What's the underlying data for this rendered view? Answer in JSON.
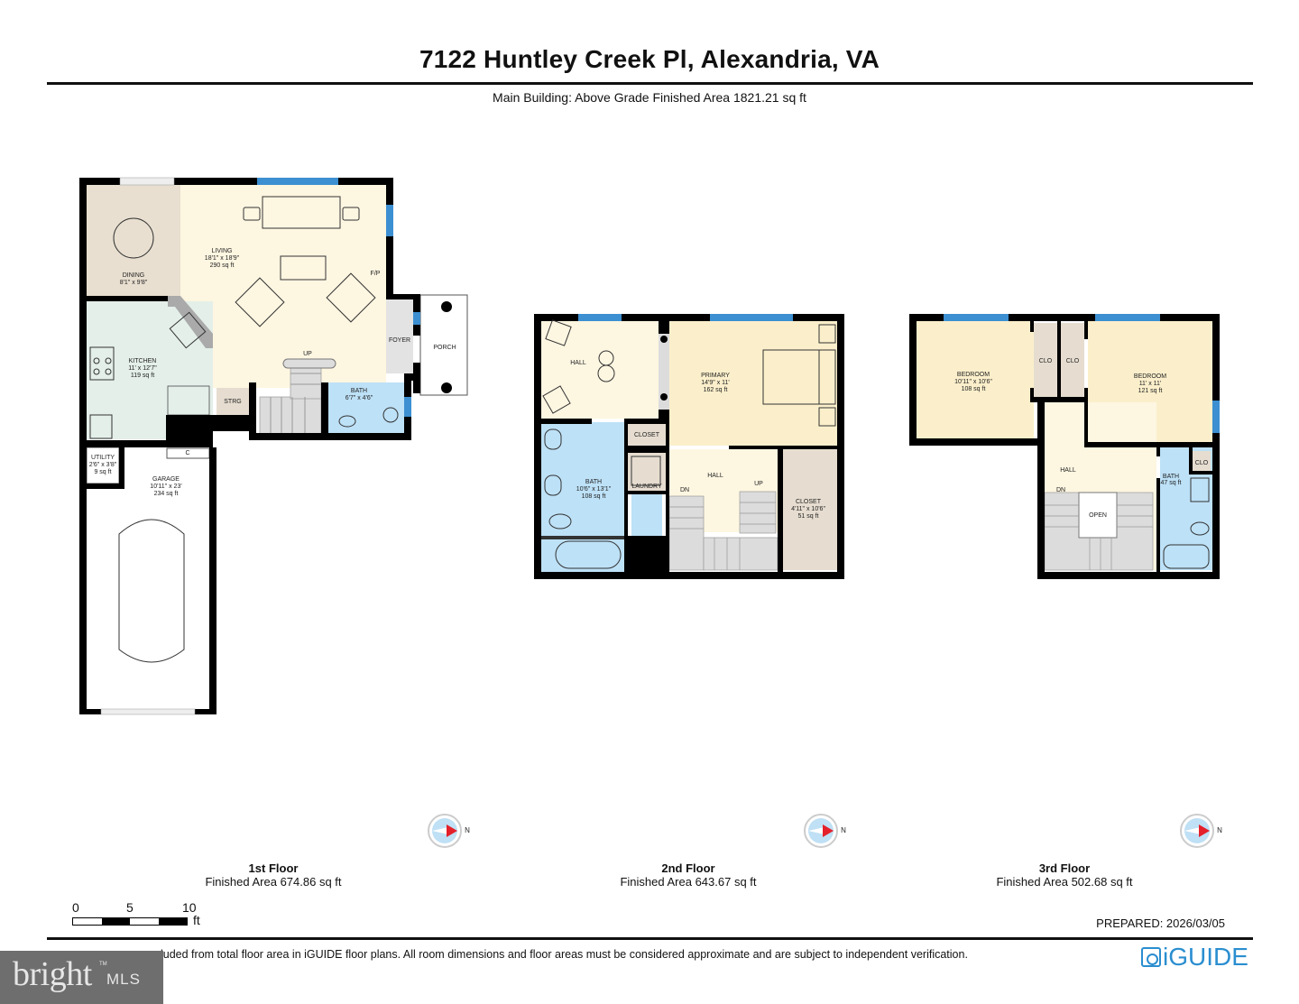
{
  "header": {
    "title": "7122 Huntley Creek Pl, Alexandria, VA",
    "subtitle": "Main Building: Above Grade Finished Area 1821.21 sq ft"
  },
  "colors": {
    "wall": "#000000",
    "window": "#3c8fd1",
    "living": "#fdf6e1",
    "dining": "#e8dfd0",
    "kitchen": "#e4efe9",
    "bath": "#bde1f7",
    "bedroom": "#fbefcb",
    "closet": "#e6ddd0",
    "stairs": "#dcdcdc",
    "foyer": "#e3e3e3",
    "compass_red": "#e4202a",
    "compass_blue": "#bfe0f5",
    "iguide_blue": "#2a8ed0",
    "bright_bg": "#6e6e6e"
  },
  "floors": [
    {
      "name": "1st Floor",
      "area": "Finished Area 674.86 sq ft",
      "compass_label": "N",
      "rooms": {
        "dining": {
          "name": "DINING",
          "dims": "8'1\" x 9'8\""
        },
        "living": {
          "name": "LIVING",
          "dims": "18'1\" x 18'9\"",
          "area": "290 sq ft"
        },
        "fireplace": {
          "name": "F/P"
        },
        "kitchen": {
          "name": "KITCHEN",
          "dims": "11' x 12'7\"",
          "area": "119 sq ft"
        },
        "foyer": {
          "name": "FOYER"
        },
        "porch": {
          "name": "PORCH"
        },
        "stairs": {
          "name": "UP"
        },
        "storage": {
          "name": "STRG"
        },
        "bath": {
          "name": "BATH",
          "dims": "6'7\" x 4'6\""
        },
        "utility": {
          "name": "UTILITY",
          "dims": "2'6\" x 3'8\"",
          "area": "9 sq ft"
        },
        "closet": {
          "name": "C"
        },
        "garage": {
          "name": "GARAGE",
          "dims": "10'11\" x 23'",
          "area": "234 sq ft"
        }
      }
    },
    {
      "name": "2nd Floor",
      "area": "Finished Area 643.67 sq ft",
      "compass_label": "N",
      "rooms": {
        "hall_top": {
          "name": "HALL"
        },
        "primary": {
          "name": "PRIMARY",
          "dims": "14'9\" x 11'",
          "area": "162 sq ft"
        },
        "closet_small": {
          "name": "CLOSET"
        },
        "laundry": {
          "name": "LAUNDRY"
        },
        "bath": {
          "name": "BATH",
          "dims": "10'6\" x 13'1\"",
          "area": "108 sq ft"
        },
        "hall": {
          "name": "HALL"
        },
        "down": {
          "name": "DN"
        },
        "up": {
          "name": "UP"
        },
        "closet": {
          "name": "CLOSET",
          "dims": "4'11\" x 10'6\"",
          "area": "51 sq ft"
        }
      }
    },
    {
      "name": "3rd Floor",
      "area": "Finished Area 502.68 sq ft",
      "compass_label": "N",
      "rooms": {
        "bedroom1": {
          "name": "BEDROOM",
          "dims": "10'11\" x 10'6\"",
          "area": "108 sq ft"
        },
        "clo1": {
          "name": "CLO"
        },
        "clo2": {
          "name": "CLO"
        },
        "bedroom2": {
          "name": "BEDROOM",
          "dims": "11' x 11'",
          "area": "121 sq ft"
        },
        "hall": {
          "name": "HALL"
        },
        "down": {
          "name": "DN"
        },
        "open": {
          "name": "OPEN"
        },
        "bath": {
          "name": "BATH",
          "area": "47 sq ft"
        },
        "clo3": {
          "name": "CLO"
        }
      }
    }
  ],
  "scale": {
    "ticks": [
      "0",
      "5",
      "10"
    ],
    "unit": "ft"
  },
  "footer": {
    "prepared": "PREPARED: 2026/03/05",
    "disclaimer": "luded from total floor area in iGUIDE floor plans. All room dimensions and floor areas must be considered approximate and are subject to independent verification.",
    "bright_word": "bright",
    "bright_mls": "MLS",
    "bright_tm": "TM",
    "iguide_logo": "iGUIDE"
  }
}
